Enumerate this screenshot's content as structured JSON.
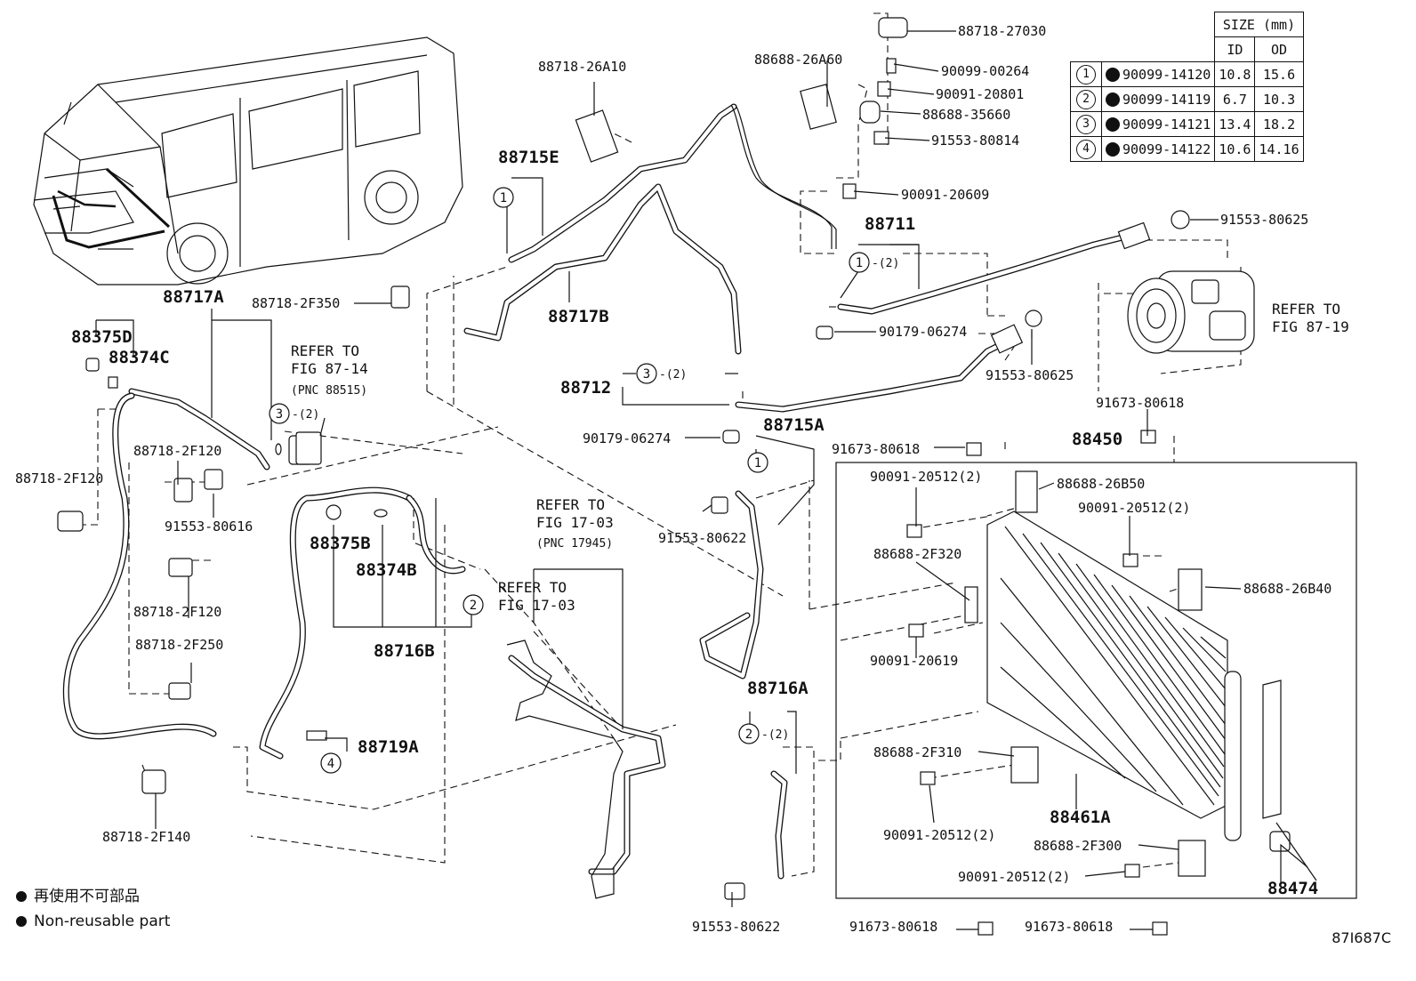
{
  "size_table": {
    "header": "SIZE (mm)",
    "col_id": "ID",
    "col_od": "OD",
    "rows": [
      {
        "n": "1",
        "part": "90099-14120",
        "id": "10.8",
        "od": "15.6"
      },
      {
        "n": "2",
        "part": "90099-14119",
        "id": "6.7",
        "od": "10.3"
      },
      {
        "n": "3",
        "part": "90099-14121",
        "id": "13.4",
        "od": "18.2"
      },
      {
        "n": "4",
        "part": "90099-14122",
        "id": "10.6",
        "od": "14.16"
      }
    ]
  },
  "legend": {
    "jp": "再使用不可部品",
    "en": "Non-reusable part"
  },
  "figure_id": "87I687C",
  "labels": {
    "l88718_27030": "88718-27030",
    "l88688_26A60": "88688-26A60",
    "l90099_00264": "90099-00264",
    "l90091_20801": "90091-20801",
    "l88688_35660": "88688-35660",
    "l91553_80814": "91553-80814",
    "l90091_20609": "90091-20609",
    "l88718_26A10": "88718-26A10",
    "l88715E": "88715E",
    "l88711": "88711",
    "l91553_80625a": "91553-80625",
    "l88717A": "88717A",
    "l88718_2F350": "88718-2F350",
    "l88717B": "88717B",
    "l90179_06274a": "90179-06274",
    "l91553_80625b": "91553-80625",
    "l88375D": "88375D",
    "l88374C": "88374C",
    "l88712": "88712",
    "l90179_06274b": "90179-06274",
    "l88715A": "88715A",
    "l91673_80618a": "91673-80618",
    "l91673_80618b": "91673-80618",
    "l88450": "88450",
    "l88718_2F120a": "88718-2F120",
    "l88718_2F120b": "88718-2F120",
    "l88718_2F120c": "88718-2F120",
    "l91553_80616": "91553-80616",
    "l90091_20512a": "90091-20512(2)",
    "l88688_26B50": "88688-26B50",
    "l90091_20512b": "90091-20512(2)",
    "l91553_80622a": "91553-80622",
    "l88375B": "88375B",
    "l88374B": "88374B",
    "l88688_2F320": "88688-2F320",
    "l88688_26B40": "88688-26B40",
    "l88718_2F250": "88718-2F250",
    "l88716B": "88716B",
    "l90091_20619": "90091-20619",
    "l88716A": "88716A",
    "l88719A": "88719A",
    "l88688_2F310": "88688-2F310",
    "l88461A": "88461A",
    "l88718_2F140": "88718-2F140",
    "l90091_20512c": "90091-20512(2)",
    "l88688_2F300": "88688-2F300",
    "l90091_20512d": "90091-20512(2)",
    "l88474": "88474",
    "l91553_80622b": "91553-80622",
    "l91673_80618c": "91673-80618",
    "l91673_80618d": "91673-80618",
    "q2": "-(2)"
  },
  "refs": {
    "r87_14_a": "REFER TO",
    "r87_14_b": "FIG 87-14",
    "r87_14_c": "(PNC 88515)",
    "r87_19_a": "REFER TO",
    "r87_19_b": "FIG 87-19",
    "r17_03a_a": "REFER TO",
    "r17_03a_b": "FIG 17-03",
    "r17_03a_c": "(PNC 17945)",
    "r17_03b_a": "REFER TO",
    "r17_03b_b": "FIG 17-03"
  }
}
